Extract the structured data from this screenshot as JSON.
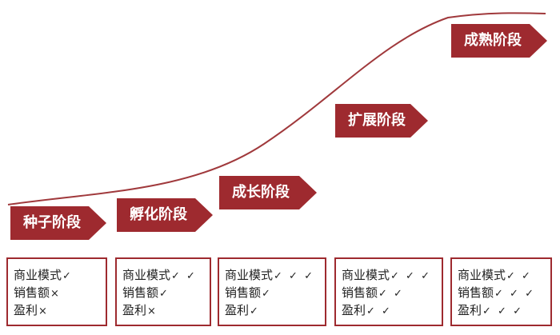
{
  "stages": [
    {
      "label": "种子阶段"
    },
    {
      "label": "孵化阶段"
    },
    {
      "label": "成长阶段"
    },
    {
      "label": "扩展阶段"
    },
    {
      "label": "成熟阶段"
    }
  ],
  "metric_labels": {
    "business_model": "商业模式",
    "sales": "销售额",
    "profit": "盈利"
  },
  "boxes": [
    {
      "business_model": "✓",
      "sales": "×",
      "profit": "×"
    },
    {
      "business_model": "✓ ✓",
      "sales": "✓",
      "profit": "×"
    },
    {
      "business_model": "✓ ✓ ✓",
      "sales": "✓",
      "profit": "✓"
    },
    {
      "business_model": "✓ ✓ ✓",
      "sales": "✓ ✓",
      "profit": "✓ ✓"
    },
    {
      "business_model": "✓ ✓",
      "sales": "✓ ✓ ✓",
      "profit": "✓ ✓ ✓"
    }
  ],
  "colors": {
    "accent": "#9e2a2f",
    "curve": "#a0393c"
  }
}
